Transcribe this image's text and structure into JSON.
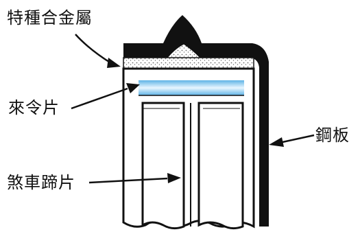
{
  "labels": {
    "special_alloy": "特種合金屬",
    "cooling_plate": "來令片",
    "brake_shoe": "煞車蹄片",
    "steel_plate": "鋼板"
  },
  "colors": {
    "ink": "#111111",
    "background": "#ffffff",
    "cooling_band_edge": "#5fb4e6",
    "cooling_band_center": "#e8f6ff",
    "alloy_stipple": "#6a6a6a"
  }
}
